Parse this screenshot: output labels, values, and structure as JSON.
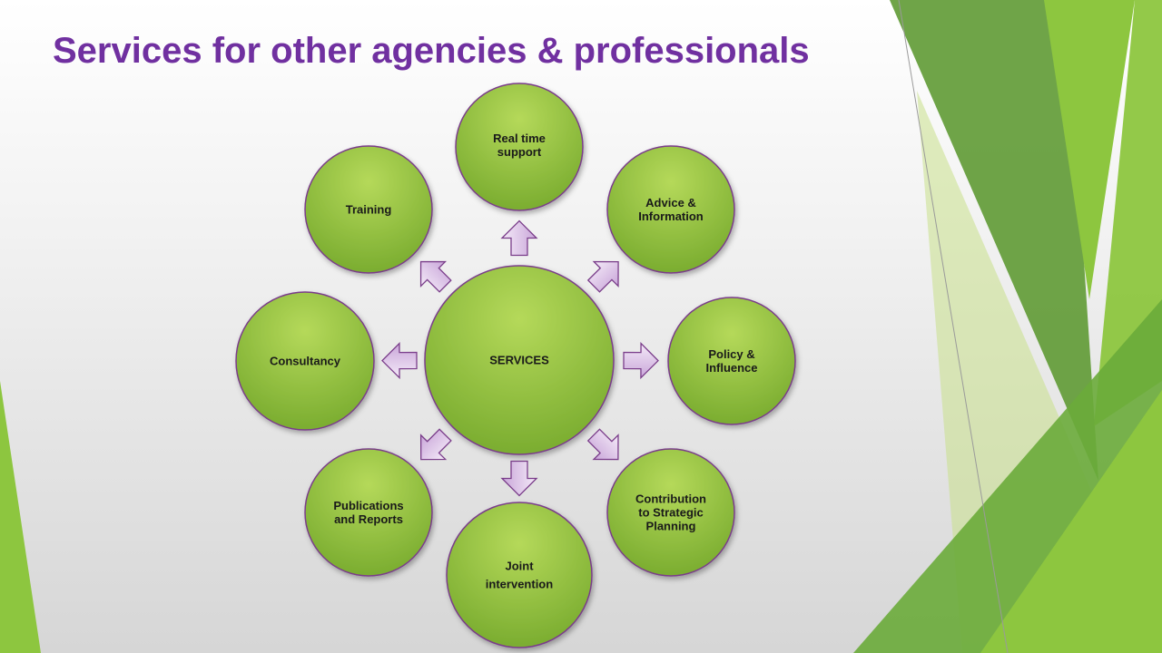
{
  "slide": {
    "title": "Services for other agencies & professionals"
  },
  "colors": {
    "title": "#7030a0",
    "node_fill_light": "#b5d95a",
    "node_fill_dark": "#78ab2e",
    "node_border": "#7a3d8a",
    "arrow_fill_light": "#f4eaf8",
    "arrow_fill_dark": "#c9a6d9",
    "arrow_border": "#7a3d8a",
    "accent_green_dark": "#5f9a34",
    "accent_green_light": "#8dc63f"
  },
  "diagram": {
    "center": {
      "label": [
        "SERVICES"
      ]
    },
    "nodes": [
      {
        "id": "real-time-support",
        "label": [
          "Real time",
          "support"
        ]
      },
      {
        "id": "advice-information",
        "label": [
          "Advice &",
          "Information"
        ]
      },
      {
        "id": "policy-influence",
        "label": [
          "Policy &",
          "Influence"
        ]
      },
      {
        "id": "strategic-planning",
        "label": [
          "Contribution",
          "to Strategic",
          "Planning"
        ]
      },
      {
        "id": "joint-intervention",
        "label": [
          "Joint",
          "intervention"
        ]
      },
      {
        "id": "publications-reports",
        "label": [
          "Publications",
          "and Reports"
        ]
      },
      {
        "id": "consultancy",
        "label": [
          "Consultancy"
        ]
      },
      {
        "id": "training",
        "label": [
          "Training"
        ]
      }
    ]
  }
}
